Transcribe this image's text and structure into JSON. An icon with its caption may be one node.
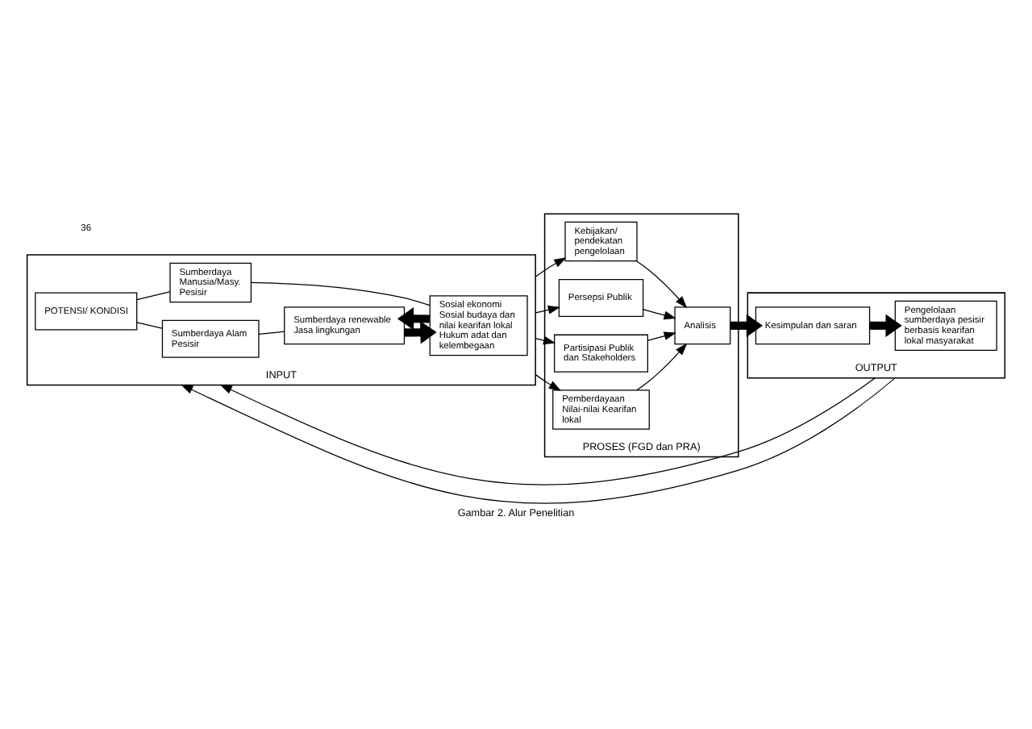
{
  "diagram": {
    "caption": "Gambar 2. Alur Penelitian",
    "nodes": [
      {
        "text": [
          "INPUT"
        ]
      },
      {
        "text": [
          "POTENSI/ KONDISI"
        ],
        "in": 0
      },
      {
        "text": [
          "Sumberdaya Alam Pesisir"
        ],
        "in": 0
      },
      {
        "text": [
          "Sumberdaya Manusia/Masy. Pesisir"
        ],
        "in": 0
      },
      {
        "text": [
          "Sumberdaya renewable",
          "Jasa lingkungan"
        ],
        "in": 0
      },
      {
        "text": [
          "Sosial ekonomi",
          "Sosial budaya dan nilai kearifan lokal",
          "Hukum adat dan kelembegaan"
        ],
        "in": 0
      },
      {
        "text": [
          "PROSES (FGD dan PRA)"
        ]
      },
      {
        "text": [
          "Kebijakan/ pendekatan pengelolaan"
        ],
        "in": 6
      },
      {
        "text": [
          "Persepsi Publik"
        ],
        "in": 6
      },
      {
        "text": [
          "Partisipasi Publik dan Stakeholders"
        ],
        "in": 6
      },
      {
        "text": [
          "Pemberdayaan Nilai-nilai Kearifan lokal"
        ],
        "in": 6
      },
      {
        "text": [
          "Analisis"
        ],
        "in": 6
      },
      {
        "text": [
          "OUTPUT"
        ]
      },
      {
        "text": [
          "Kesimpulan dan saran"
        ],
        "in": 12
      },
      {
        "text": [
          "Pengelolaan sumberdaya pesisir berbasis kearifan lokal masyarakat"
        ],
        "in": 12
      }
    ],
    "edges": [
      {
        "from": 1,
        "to": 2,
        "arrow": "none"
      },
      {
        "from": 1,
        "to": 3,
        "arrow": "none"
      },
      {
        "from": 2,
        "to": 4,
        "arrow": "none"
      },
      {
        "from": 3,
        "to": 5,
        "arrow": "none"
      },
      {
        "from": 4,
        "to": 5,
        "arrow": "to",
        "style": "thick"
      },
      {
        "from": 5,
        "to": 4,
        "arrow": "to",
        "style": "thick"
      },
      {
        "from": 0,
        "to": 7,
        "arrow": "to"
      },
      {
        "from": 0,
        "to": 8,
        "arrow": "to"
      },
      {
        "from": 0,
        "to": 9,
        "arrow": "to"
      },
      {
        "from": 0,
        "to": 10,
        "arrow": "to"
      },
      {
        "from": 7,
        "to": 11,
        "arrow": "to"
      },
      {
        "from": 8,
        "to": 11,
        "arrow": "to"
      },
      {
        "from": 9,
        "to": 11,
        "arrow": "to"
      },
      {
        "from": 10,
        "to": 11,
        "arrow": "to"
      },
      {
        "from": 11,
        "to": 13,
        "arrow": "to",
        "style": "thick"
      },
      {
        "from": 13,
        "to": 14,
        "arrow": "to",
        "style": "thick"
      },
      {
        "from": 12,
        "to": 0,
        "arrow": "to"
      },
      {
        "from": 12,
        "to": 0,
        "arrow": "to"
      }
    ],
    "labels": [
      "36"
    ]
  }
}
